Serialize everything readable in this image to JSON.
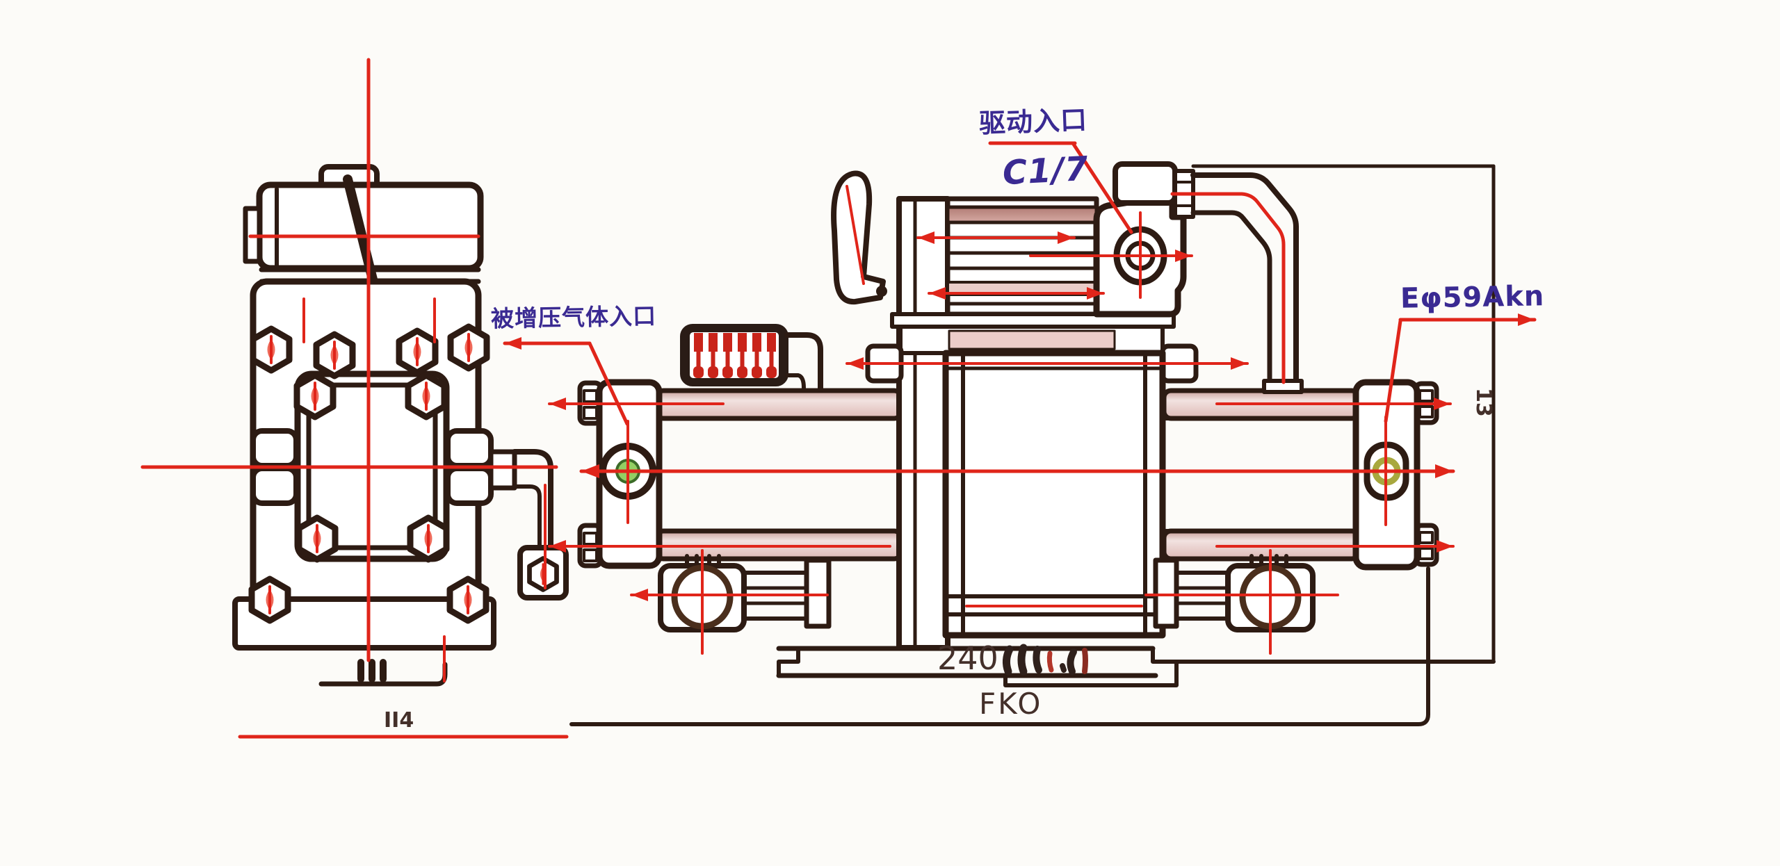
{
  "colors": {
    "outline": "#2d1b13",
    "centerline_red": "#e0251a",
    "annotation_purple": "#3a2a92",
    "dimension_ink": "#44302a",
    "rod_pink": "#ecd4d1",
    "band_pink_dark": "#c6908a",
    "band_pink_light": "#eaccc8",
    "inlet_port_green": "#93cf63",
    "outlet_port_olive": "#a8a83e",
    "muffler_red": "#c9241a"
  },
  "annotations": {
    "boost_gas_inlet": "被增压气体入口",
    "drive_inlet": "驱动入口",
    "drive_inlet_thread": "C1/7",
    "outlet_code": "Eφ59Akn",
    "base_dimension": "240",
    "overall_dimension": "FKO",
    "front_view_dimension": "II4",
    "side_dimension": "13",
    "tally_marks": "III"
  }
}
